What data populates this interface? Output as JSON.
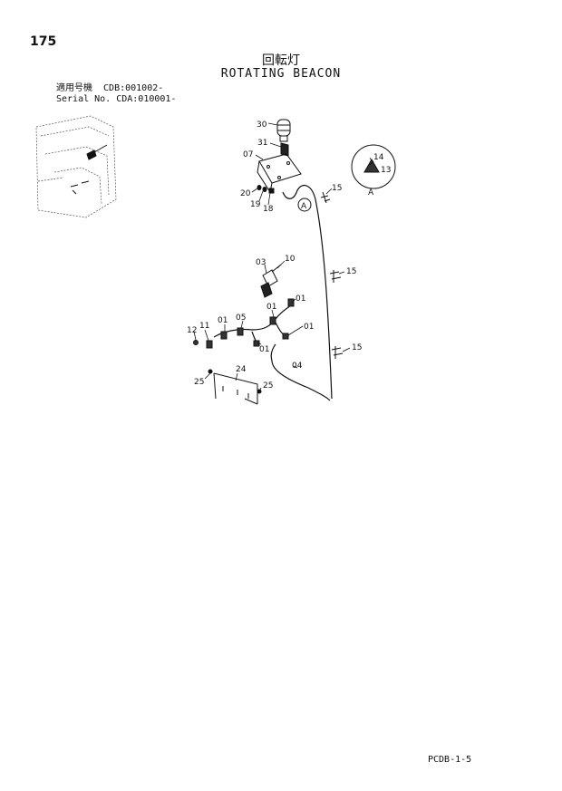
{
  "header": {
    "page_number": "175",
    "title_jp": "回転灯",
    "title_en": "ROTATING BEACON",
    "serial_line1": "適用号機  CDB:001002-",
    "serial_line2": "Serial No. CDA:010001-"
  },
  "diagram": {
    "detail_marker": "A",
    "detail_label": "A",
    "callouts": {
      "c30": "30",
      "c31": "31",
      "c07": "07",
      "c20": "20",
      "c19": "19",
      "c18": "18",
      "c15a": "15",
      "c14": "14",
      "c13": "13",
      "c03": "03",
      "c10": "10",
      "c15b": "15",
      "c01a": "01",
      "c01b": "01",
      "c01c": "01",
      "c01d": "01",
      "c01e": "01",
      "c12": "12",
      "c11": "11",
      "c05": "05",
      "c04": "04",
      "c15c": "15",
      "c24": "24",
      "c25a": "25",
      "c25b": "25"
    }
  },
  "footer": {
    "code": "PCDB-1-5"
  }
}
